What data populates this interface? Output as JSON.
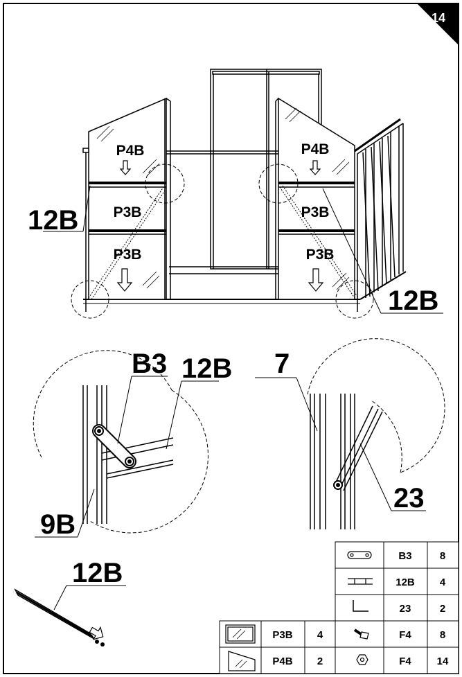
{
  "page": {
    "number": "14"
  },
  "overview": {
    "panels_left": [
      "P4B",
      "P3B",
      "P3B"
    ],
    "panels_right": [
      "P4B",
      "P3B",
      "P3B"
    ],
    "brace_label_left": "12B",
    "brace_label_right": "12B"
  },
  "detail_left": {
    "bolt_label": "B3",
    "brace_label": "12B",
    "frame_label": "9B"
  },
  "detail_right": {
    "upright_label": "7",
    "stay_label": "23"
  },
  "part_callout": {
    "label": "12B"
  },
  "parts_table": {
    "right_column": [
      {
        "icon": "strap-icon",
        "code": "B3",
        "qty": "8"
      },
      {
        "icon": "profile-icon",
        "code": "12B",
        "qty": "4"
      },
      {
        "icon": "bracket-icon",
        "code": "23",
        "qty": "2"
      },
      {
        "icon": "bolt-icon",
        "code": "F4",
        "qty": "8"
      },
      {
        "icon": "nut-icon",
        "code": "F4",
        "qty": "14"
      }
    ],
    "left_column": [
      {
        "icon": "glass-pane-icon",
        "code": "P3B",
        "qty": "4"
      },
      {
        "icon": "glass-gable-icon",
        "code": "P4B",
        "qty": "2"
      }
    ]
  }
}
